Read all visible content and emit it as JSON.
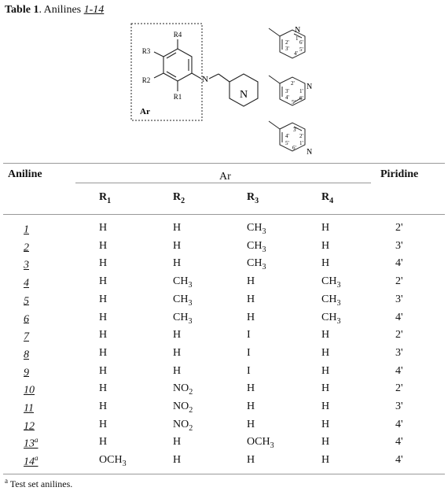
{
  "caption": {
    "label": "Table 1",
    "text": ". Anilines ",
    "ref": "1-14"
  },
  "figure": {
    "box_label": "Ar",
    "subst": [
      "R4",
      "R3",
      "R2",
      "R1"
    ],
    "n_label": "N",
    "ring_n": "N",
    "pyr": [
      {
        "n": "N",
        "pos": [
          "1'",
          "2'",
          "3'",
          "4'",
          "5'",
          "6'"
        ]
      },
      {
        "n": "N",
        "pos": [
          "1'",
          "2'",
          "3'",
          "4'",
          "5'",
          "6'"
        ]
      },
      {
        "n": "N",
        "pos": [
          "1'",
          "2'",
          "3'",
          "4'",
          "5'",
          "6'"
        ]
      }
    ]
  },
  "headers": {
    "aniline": "Aniline",
    "ar": "Ar",
    "piridine": "Piridine",
    "r1": "R",
    "r1s": "1",
    "r2": "R",
    "r2s": "2",
    "r3": "R",
    "r3s": "3",
    "r4": "R",
    "r4s": "4"
  },
  "rows": [
    {
      "id": "1",
      "sup": "",
      "r1": "H",
      "r2": "H",
      "r3": "CH",
      "r3s": "3",
      "r4": "H",
      "r4s": "",
      "r2s": "",
      "r1s": "",
      "pyr": "2'"
    },
    {
      "id": "2",
      "sup": "",
      "r1": "H",
      "r2": "H",
      "r3": "CH",
      "r3s": "3",
      "r4": "H",
      "r4s": "",
      "r2s": "",
      "r1s": "",
      "pyr": "3'"
    },
    {
      "id": "3",
      "sup": "",
      "r1": "H",
      "r2": "H",
      "r3": "CH",
      "r3s": "3",
      "r4": "H",
      "r4s": "",
      "r2s": "",
      "r1s": "",
      "pyr": "4'"
    },
    {
      "id": "4",
      "sup": "",
      "r1": "H",
      "r2": "CH",
      "r2s": "3",
      "r3": "H",
      "r3s": "",
      "r4": "CH",
      "r4s": "3",
      "r1s": "",
      "pyr": "2'"
    },
    {
      "id": "5",
      "sup": "",
      "r1": "H",
      "r2": "CH",
      "r2s": "3",
      "r3": "H",
      "r3s": "",
      "r4": "CH",
      "r4s": "3",
      "r1s": "",
      "pyr": "3'"
    },
    {
      "id": "6",
      "sup": "",
      "r1": "H",
      "r2": "CH",
      "r2s": "3",
      "r3": "H",
      "r3s": "",
      "r4": "CH",
      "r4s": "3",
      "r1s": "",
      "pyr": "4'"
    },
    {
      "id": "7",
      "sup": "",
      "r1": "H",
      "r2": "H",
      "r2s": "",
      "r3": "I",
      "r3s": "",
      "r4": "H",
      "r4s": "",
      "r1s": "",
      "pyr": "2'"
    },
    {
      "id": "8",
      "sup": "",
      "r1": "H",
      "r2": "H",
      "r2s": "",
      "r3": "I",
      "r3s": "",
      "r4": "H",
      "r4s": "",
      "r1s": "",
      "pyr": "3'"
    },
    {
      "id": "9",
      "sup": "",
      "r1": "H",
      "r2": "H",
      "r2s": "",
      "r3": "I",
      "r3s": "",
      "r4": "H",
      "r4s": "",
      "r1s": "",
      "pyr": "4'"
    },
    {
      "id": "10",
      "sup": "",
      "r1": "H",
      "r2": "NO",
      "r2s": "2",
      "r3": "H",
      "r3s": "",
      "r4": "H",
      "r4s": "",
      "r1s": "",
      "pyr": "2'"
    },
    {
      "id": "11",
      "sup": "",
      "r1": "H",
      "r2": "NO",
      "r2s": "2",
      "r3": "H",
      "r3s": "",
      "r4": "H",
      "r4s": "",
      "r1s": "",
      "pyr": "3'"
    },
    {
      "id": "12",
      "sup": "",
      "r1": "H",
      "r2": "NO",
      "r2s": "2",
      "r3": "H",
      "r3s": "",
      "r4": "H",
      "r4s": "",
      "r1s": "",
      "pyr": "4'"
    },
    {
      "id": "13",
      "sup": "a",
      "r1": "H",
      "r2": "H",
      "r2s": "",
      "r3": "OCH",
      "r3s": "3",
      "r4": "H",
      "r4s": "",
      "r1s": "",
      "pyr": "4'"
    },
    {
      "id": "14",
      "sup": "a",
      "r1": "OCH",
      "r1s": "3",
      "r2": "H",
      "r2s": "",
      "r3": "H",
      "r3s": "",
      "r4": "H",
      "r4s": "",
      "pyr": "4'"
    }
  ],
  "footnote": {
    "sup": "a",
    "text": " Test set anilines."
  }
}
